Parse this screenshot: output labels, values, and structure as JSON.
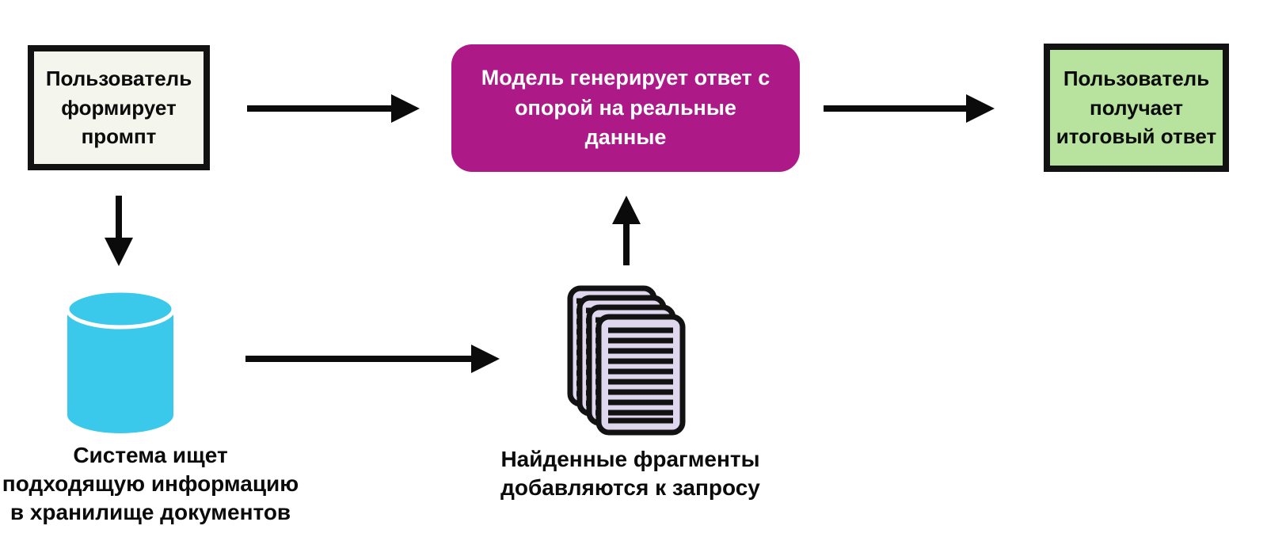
{
  "diagram": {
    "type": "flowchart",
    "background": "#ffffff",
    "arrow_color": "#0b0b0b",
    "nodes": {
      "user_prompt": {
        "label": "Пользователь формирует промпт",
        "fill": "#f4f5ec",
        "border_color": "#121212",
        "text_color": "#0b0b0b"
      },
      "model_answer": {
        "label": "Модель генерирует ответ с опорой на реальные данные",
        "fill": "#ad1a87",
        "text_color": "#ffffff"
      },
      "final_answer": {
        "label": "Пользователь получает итоговый ответ",
        "fill": "#b7e39e",
        "border_color": "#121212",
        "text_color": "#0b0b0b"
      }
    },
    "steps": {
      "storage_search": {
        "icon": "database-cylinder-icon",
        "icon_color": "#3ac9ea",
        "caption": "Система ищет подходящую информацию в хранилище документов"
      },
      "fragments": {
        "icon": "document-stack-icon",
        "icon_fill": "#ded7ee",
        "icon_line_color": "#121212",
        "caption": "Найденные фрагменты добавляются к запросу"
      }
    },
    "arrows": [
      {
        "name": "arrow-prompt-to-model",
        "direction": "right"
      },
      {
        "name": "arrow-model-to-final",
        "direction": "right"
      },
      {
        "name": "arrow-prompt-to-storage",
        "direction": "down"
      },
      {
        "name": "arrow-storage-to-fragments",
        "direction": "right"
      },
      {
        "name": "arrow-fragments-to-model",
        "direction": "up"
      }
    ]
  }
}
